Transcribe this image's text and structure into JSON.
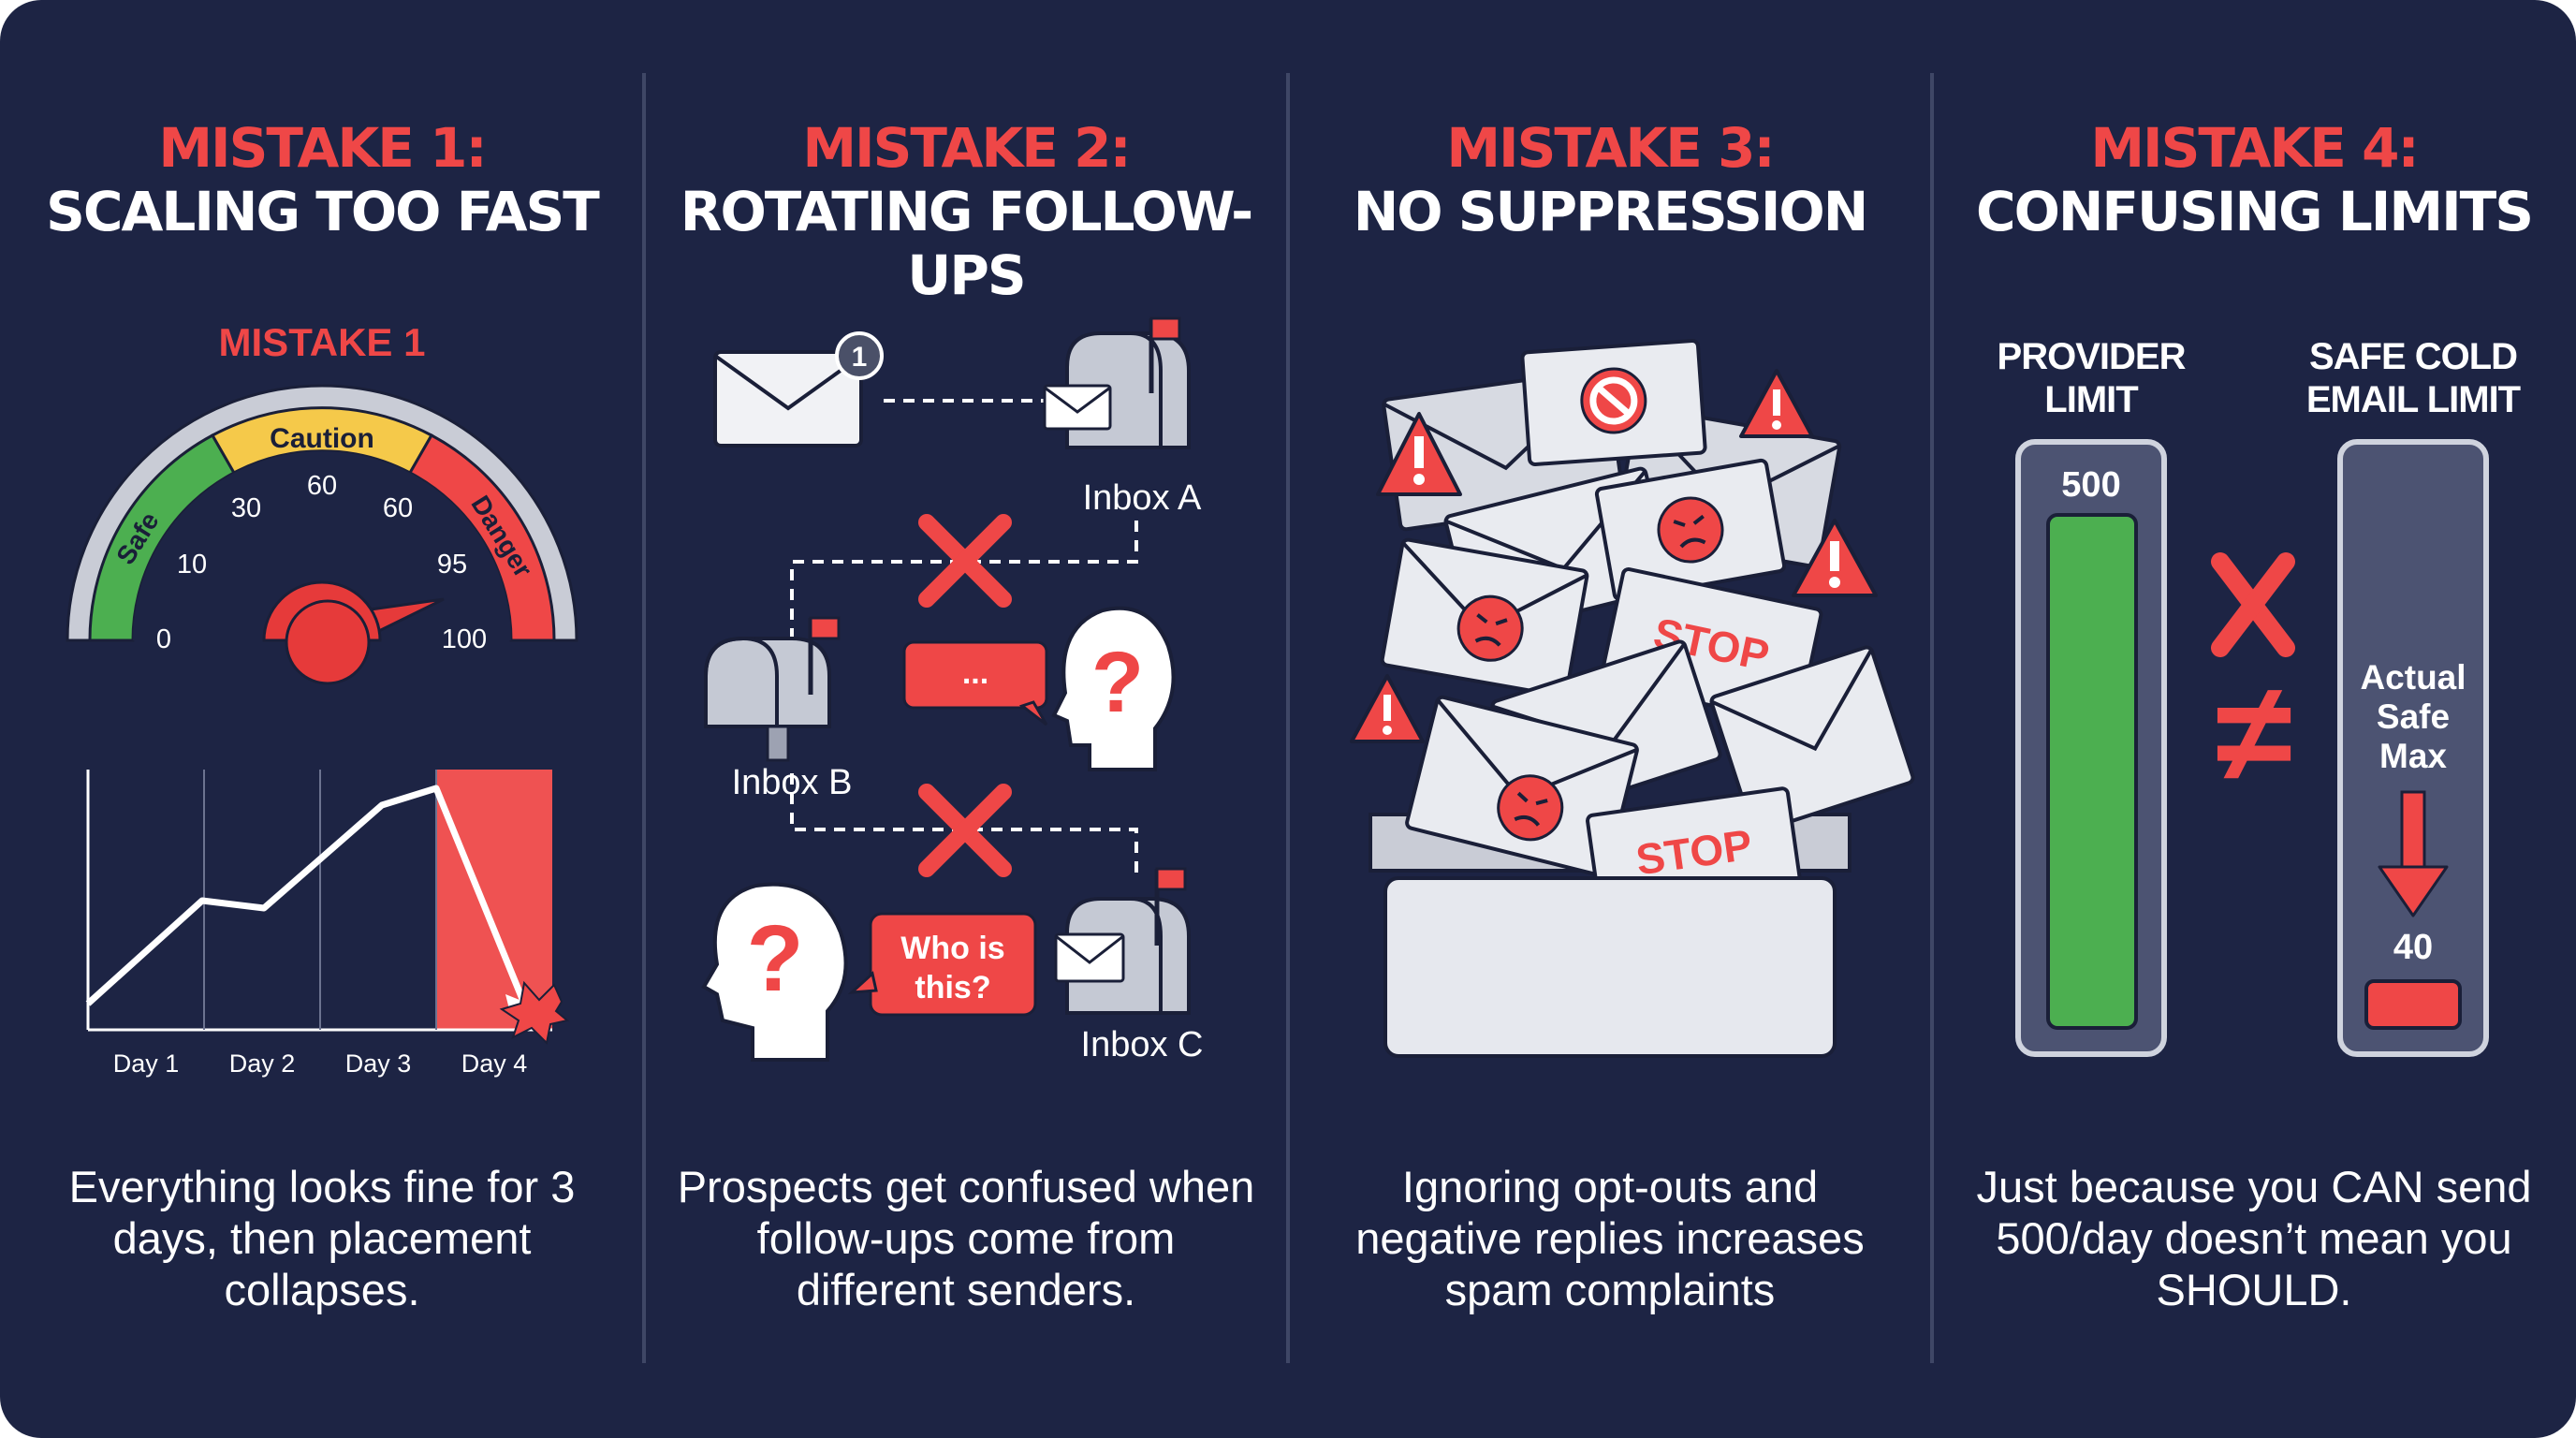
{
  "colors": {
    "background": "#1d2444",
    "accent_red": "#ef4747",
    "safe_green": "#4caf50",
    "caution_yellow": "#f5c94a",
    "light_gray": "#e6e8ee"
  },
  "panels": [
    {
      "title_line1": "MISTAKE 1:",
      "title_line2": "SCALING TOO FAST",
      "gauge_heading": "MISTAKE 1",
      "gauge_zones": [
        "Safe",
        "Caution",
        "Danger"
      ],
      "gauge_ticks": [
        "0",
        "10",
        "30",
        "60",
        "60",
        "95",
        "100"
      ],
      "chart_days": [
        "Day 1",
        "Day 2",
        "Day 3",
        "Day 4"
      ],
      "caption": "Everything looks fine for 3 days, then placement collapses."
    },
    {
      "title_line1": "MISTAKE 2:",
      "title_line2": "ROTATING FOLLOW-UPS",
      "badge_count": "1",
      "inbox_a": "Inbox A",
      "inbox_b": "Inbox B",
      "inbox_c": "Inbox C",
      "bubble_ellipsis": "...",
      "bubble_line1": "Who is",
      "bubble_line2": "this?",
      "question_mark": "?",
      "caption": "Prospects get confused when follow-ups come from different senders."
    },
    {
      "title_line1": "MISTAKE 3:",
      "title_line2": "NO SUPPRESSION",
      "stop_label": "STOP",
      "caption": "Ignoring opt-outs and negative replies increases spam complaints"
    },
    {
      "title_line1": "MISTAKE 4:",
      "title_line2": "CONFUSING LIMITS",
      "provider_line1": "PROVIDER",
      "provider_line2": "LIMIT",
      "provider_value": "500",
      "safe_line1": "SAFE COLD",
      "safe_line2": "EMAIL LIMIT",
      "actual_line1": "Actual",
      "actual_line2": "Safe",
      "actual_line3": "Max",
      "safe_value": "40",
      "not_equal": "≠",
      "caption": "Just because you CAN send 500/day doesn’t mean you SHOULD."
    }
  ]
}
